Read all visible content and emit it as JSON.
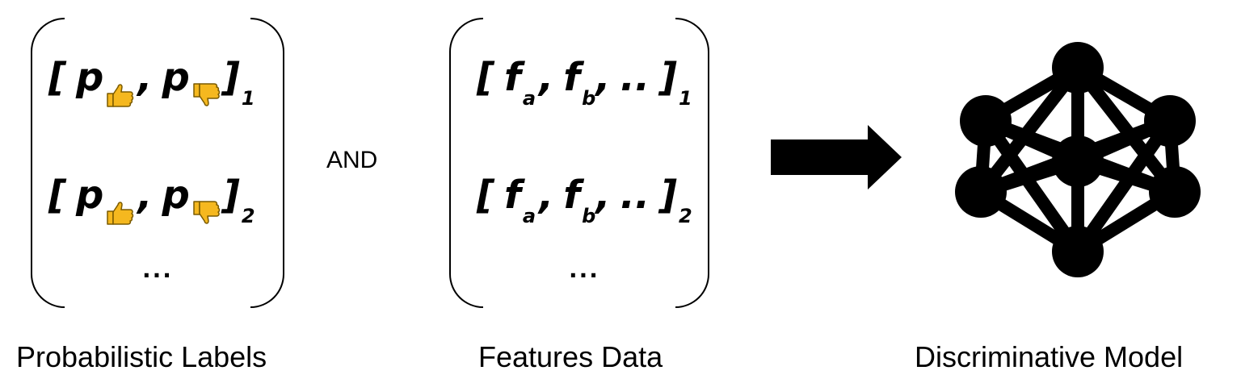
{
  "labels_block": {
    "row1": {
      "open": "[",
      "var1": "p",
      "sep": ",",
      "var2": "p",
      "close": "]",
      "index": "1"
    },
    "row2": {
      "open": "[",
      "var1": "p",
      "sep": ",",
      "var2": "p",
      "close": "]",
      "index": "2"
    },
    "ellipsis": "...",
    "caption": "Probabilistic Labels",
    "icons": [
      "thumbs-up-icon",
      "thumbs-down-icon"
    ]
  },
  "connector_text": "AND",
  "features_block": {
    "row1": {
      "open": "[",
      "f": "f",
      "sub_a": "a",
      "sub_b": "b",
      "sep": ",",
      "dots": "..",
      "close": "]",
      "index": "1"
    },
    "row2": {
      "open": "[",
      "f": "f",
      "sub_a": "a",
      "sub_b": "b",
      "sep": ",",
      "dots": "..",
      "close": "]",
      "index": "2"
    },
    "ellipsis": "...",
    "caption": "Features Data"
  },
  "model_block": {
    "caption": "Discriminative Model",
    "icon": "neural-network-icon"
  },
  "colors": {
    "thumb_fill": "#F5B81F",
    "thumb_stroke": "#7A5A00",
    "ink": "#000000"
  }
}
